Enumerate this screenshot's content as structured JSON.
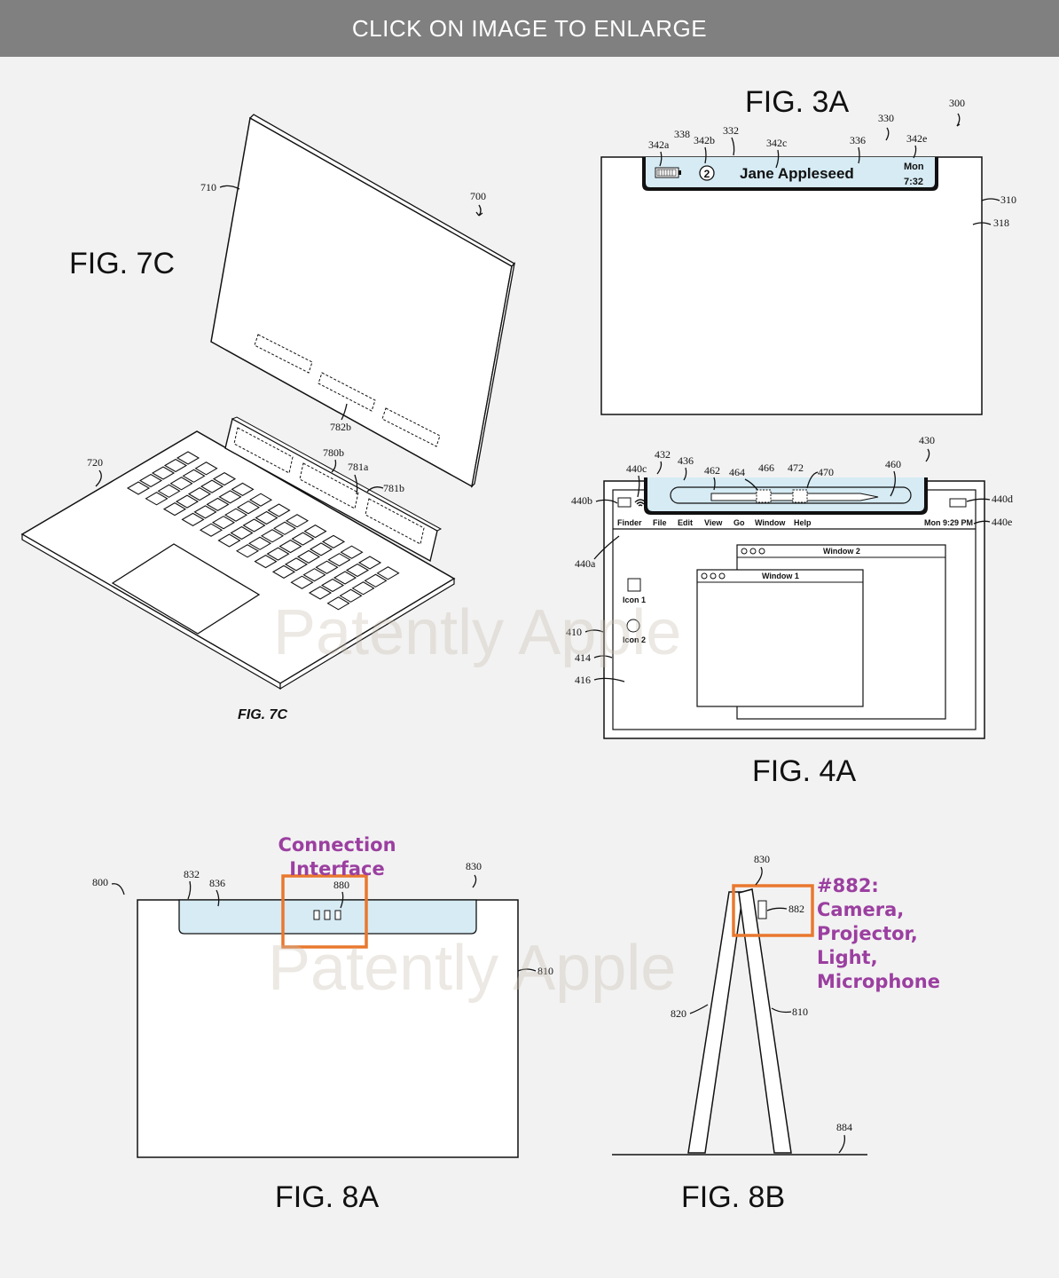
{
  "banner": {
    "text": "CLICK ON IMAGE TO ENLARGE"
  },
  "figures": {
    "fig7c": {
      "label": "FIG. 7C",
      "caption": "FIG. 7C",
      "refs": {
        "r700": "700",
        "r710": "710",
        "r720": "720",
        "r782b": "782b",
        "r780b": "780b",
        "r781a": "781a",
        "r781b": "781b"
      }
    },
    "fig3a": {
      "label": "FIG. 3A",
      "refs": {
        "r300": "300",
        "r330": "330",
        "r332": "332",
        "r336": "336",
        "r338": "338",
        "r342a": "342a",
        "r342b": "342b",
        "r342c": "342c",
        "r342e": "342e",
        "r310": "310",
        "r318": "318"
      },
      "bar": {
        "badge": "2",
        "name": "Jane Appleseed",
        "day": "Mon",
        "time": "7:32"
      }
    },
    "fig4a": {
      "label": "FIG. 4A",
      "refs": {
        "r430": "430",
        "r432": "432",
        "r436": "436",
        "r440c": "440c",
        "r462": "462",
        "r464": "464",
        "r466": "466",
        "r472": "472",
        "r470": "470",
        "r460": "460",
        "r440b": "440b",
        "r440d": "440d",
        "r440e": "440e",
        "r440a": "440a",
        "r410": "410",
        "r414": "414",
        "r416": "416"
      },
      "menu": [
        "Finder",
        "File",
        "Edit",
        "View",
        "Go",
        "Window",
        "Help"
      ],
      "clock": "Mon 9:29 PM",
      "window2": "Window 2",
      "window1": "Window 1",
      "icon1": "Icon 1",
      "icon2": "Icon 2"
    },
    "fig8a": {
      "label": "FIG. 8A",
      "refs": {
        "r800": "800",
        "r832": "832",
        "r836": "836",
        "r880": "880",
        "r830": "830",
        "r810": "810"
      }
    },
    "fig8b": {
      "label": "FIG. 8B",
      "refs": {
        "r830": "830",
        "r882": "882",
        "r820": "820",
        "r810": "810",
        "r884": "884"
      }
    }
  },
  "annotations": {
    "connection_1": "Connection",
    "connection_2": "Interface",
    "camera_lines": [
      "#882:",
      "Camera,",
      "Projector,",
      "Light,",
      "Microphone"
    ]
  },
  "watermark": "Patently Apple",
  "colors": {
    "banner": "#808080",
    "highlight_box": "#e9782e",
    "annotation_text": "#9b3fa0",
    "bar_fill": "#d6ebf4"
  }
}
